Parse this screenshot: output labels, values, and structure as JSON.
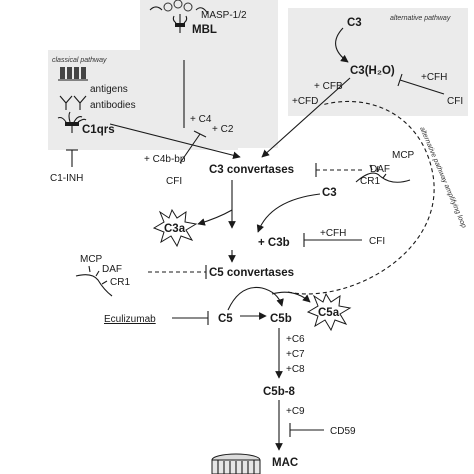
{
  "headers": {
    "classical": "classical pathway",
    "alternative": "alternative pathway",
    "loop": "alternative pathway amplifying loop"
  },
  "lectin": {
    "masp": "MASP-1/2",
    "mbl": "MBL"
  },
  "classical": {
    "antigens": "antigens",
    "antibodies": "antibodies",
    "c1qrs": "C1qrs",
    "c1inh": "C1-INH"
  },
  "alternative": {
    "c3": "C3",
    "c3h2o": "C3(H₂O)",
    "cfh": "+CFH",
    "cfb": "+ CFB",
    "cfd": "+CFD",
    "cfi": "CFI"
  },
  "mid": {
    "c4": "+ C4",
    "c2": "+ C2",
    "c4bbp": "+ C4b-bp",
    "cfi": "CFI"
  },
  "c3conv": {
    "label": "C3 convertases",
    "mcp": "MCP",
    "daf": "DAF",
    "cr1": "CR1"
  },
  "c3split": {
    "c3": "C3",
    "c3a": "C3a",
    "c3b": "+ C3b",
    "cfh": "+CFH",
    "cfi": "CFI"
  },
  "c5conv": {
    "label": "C5 convertases",
    "mcp": "MCP",
    "daf": "DAF",
    "cr1": "CR1"
  },
  "c5row": {
    "eculizumab": "Eculizumab",
    "c5": "C5",
    "c5b": "C5b",
    "c5a": "C5a"
  },
  "terminal": {
    "c6": "+C6",
    "c7": "+C7",
    "c8": "+C8",
    "c5b8": "C5b-8",
    "c9": "+C9",
    "cd59": "CD59",
    "mac": "MAC"
  }
}
